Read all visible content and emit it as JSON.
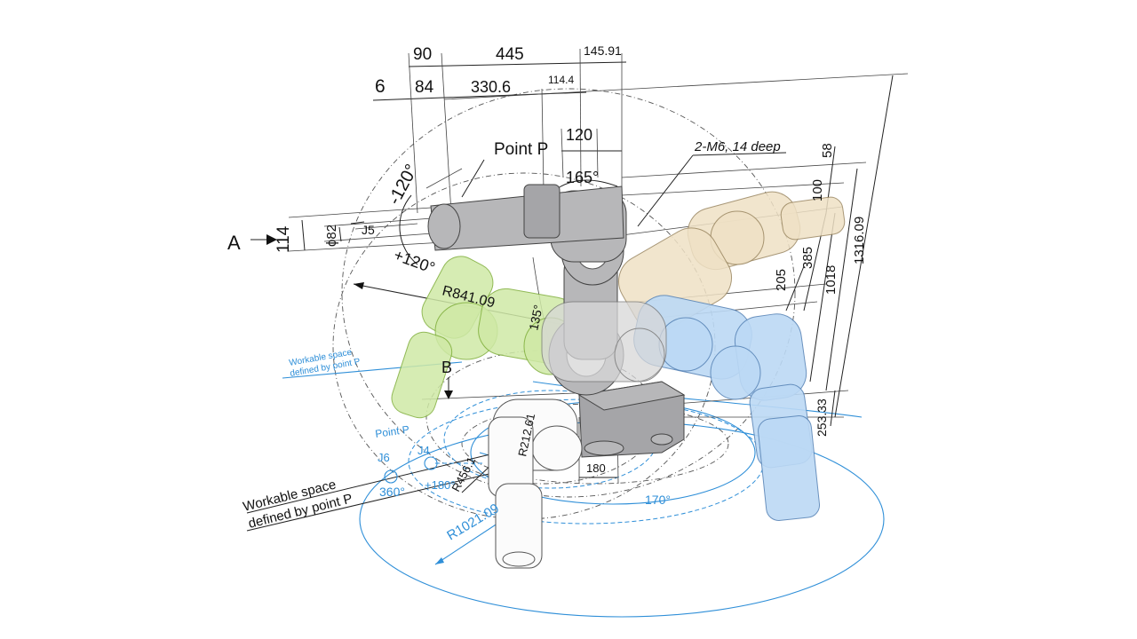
{
  "dimensions_top": {
    "d90": "90",
    "d445": "445",
    "d145_91": "145.91",
    "d6": "6",
    "d84": "84",
    "d330_6": "330.6",
    "d114_4": "114.4",
    "d120": "120"
  },
  "dimensions_right": {
    "d58": "58",
    "d100": "100",
    "d205": "205",
    "d385": "385",
    "d1018": "1018",
    "d1316_09": "1316.09",
    "d253_33": "253.33"
  },
  "dimensions_left": {
    "d114": "114",
    "d82": "ϕ82",
    "j5": "J5"
  },
  "angles": {
    "minus120": "-120°",
    "plus120": "+120°",
    "a165": "165°",
    "a135": "135°",
    "a170": "170°",
    "plus180": "+180°",
    "a360": "360°"
  },
  "radii": {
    "r841": "R841.09",
    "r212": "R212.61",
    "r456": "R456.1",
    "r1021": "R1021.09"
  },
  "labels": {
    "point_p_main": "Point P",
    "point_p_small": "Point P",
    "thread_note": "2-M6, 14 deep",
    "view_a": "A",
    "view_b": "B",
    "d180": "180",
    "j6": "J6",
    "j4": "J4",
    "workable_main": [
      "Workable space",
      "defined by point P"
    ],
    "workable_small": [
      "Workable space",
      "defined by point P"
    ]
  },
  "colors": {
    "accent_blue": "#2f8fd8",
    "arm_gray": "#b7b7b9",
    "pose_green": "#cfe9a6",
    "pose_beige": "#efe1c5",
    "pose_blue": "#bcd9f5"
  }
}
